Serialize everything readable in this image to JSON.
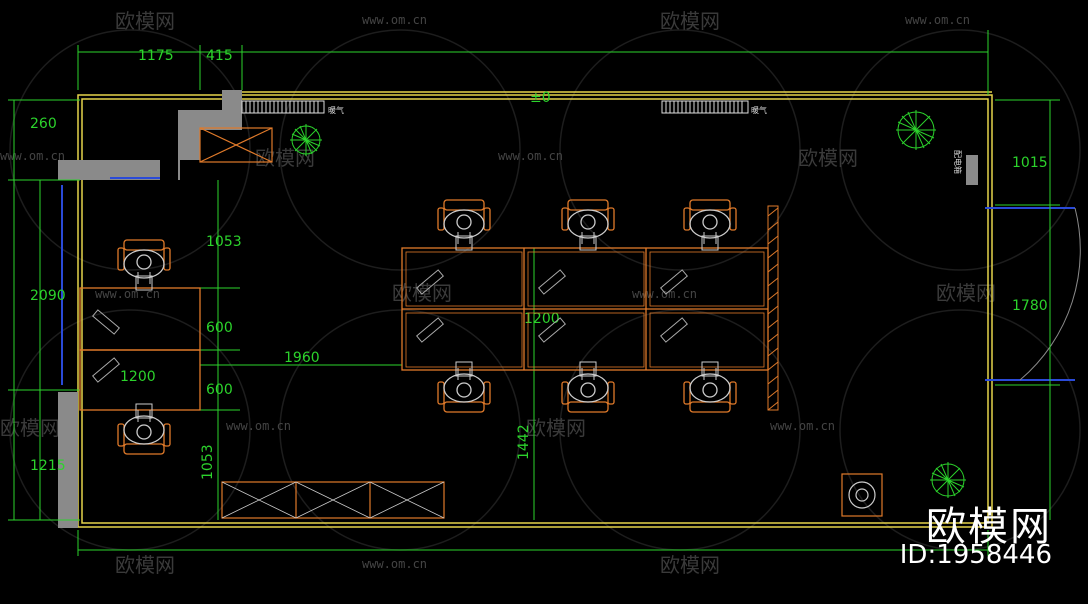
{
  "plan": {
    "dimensions": {
      "top_left": "1175",
      "top_right": "415",
      "left_top": "260",
      "left_mid": "2090",
      "left_bottom": "1215",
      "desk_upper": "1053",
      "desk_lower": "1053",
      "gap_a": "600",
      "gap_b": "600",
      "corridor": "1960",
      "desk_width_left": "1200",
      "desk_width_center": "1200",
      "center_height": "1442",
      "right_top": "1015",
      "right_door": "1780",
      "ceiling_mark": "±0"
    },
    "ac_labels": [
      "暖气",
      "暖气"
    ],
    "equipment_label": "配电箱"
  },
  "watermark": {
    "logo_text": "欧模网",
    "url_text": "www.om.cn"
  },
  "brand": {
    "name": "欧模网",
    "id": "ID:1958446"
  },
  "colors": {
    "background": "#000000",
    "dimension": "#2cd32c",
    "wall": "#e6d44a",
    "furniture": "#e07a2a",
    "column": "#8a8a8a",
    "door": "#2a4ad8"
  }
}
